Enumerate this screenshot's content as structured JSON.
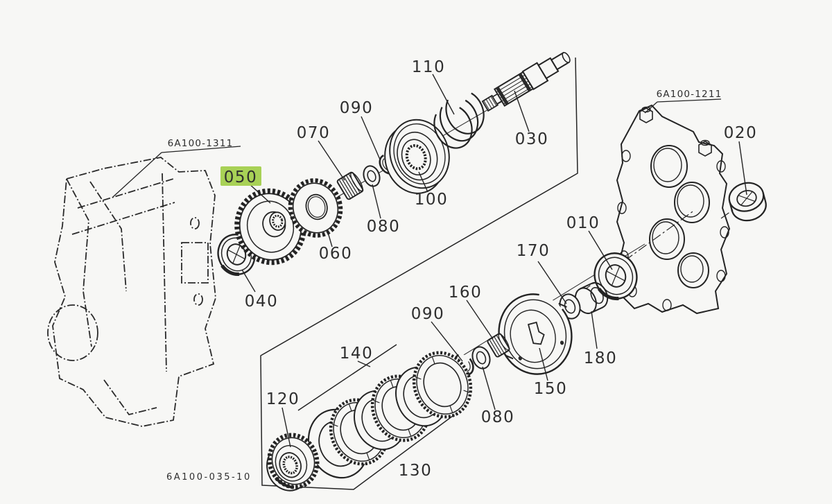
{
  "figure": {
    "drawing_code": "6A100-035-10",
    "highlighted_callout": "050",
    "colors": {
      "background": "#f7f7f5",
      "line": "#242424",
      "text": "#2e2e2e",
      "highlight": "#a8d156"
    }
  },
  "references": {
    "left_case": {
      "text": "6A100-1311"
    },
    "right_cover": {
      "text": "6A100-1211"
    }
  },
  "callouts": [
    {
      "text": "110"
    },
    {
      "text": "030"
    },
    {
      "text": "100"
    },
    {
      "text": "090"
    },
    {
      "text": "080"
    },
    {
      "text": "070"
    },
    {
      "text": "050"
    },
    {
      "text": "060"
    },
    {
      "text": "040"
    },
    {
      "text": "020"
    },
    {
      "text": "010"
    },
    {
      "text": "170"
    },
    {
      "text": "180"
    },
    {
      "text": "150"
    },
    {
      "text": "160"
    },
    {
      "text": "090"
    },
    {
      "text": "080"
    },
    {
      "text": "120"
    },
    {
      "text": "140"
    },
    {
      "text": "130"
    }
  ]
}
